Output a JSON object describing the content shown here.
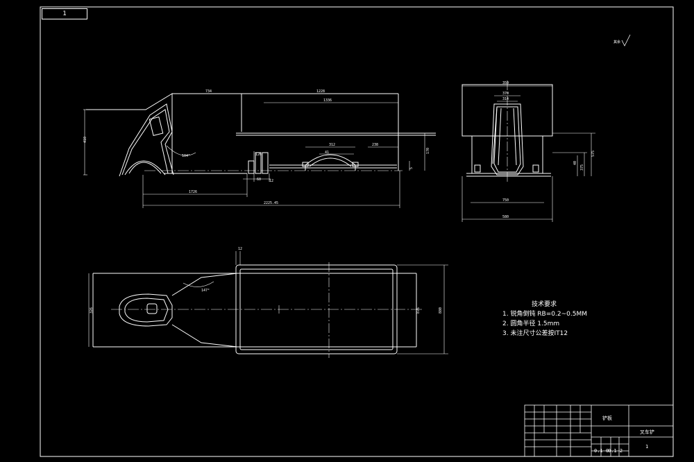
{
  "tag_box": "1",
  "roughness": {
    "label": "其余",
    "symbol": "√"
  },
  "technical_requirements": {
    "title": "技术要求",
    "items": [
      "1. 锐角倒钝 RB=0.2~0.5MM",
      "2. 圆角半径 1.5mm",
      "3. 未注尺寸公差按IT12"
    ]
  },
  "front_view_dims": {
    "d734": "734",
    "d1228": "1228",
    "d1336": "1336",
    "d2225": "2225.45",
    "d410": "410",
    "d312": "312",
    "d238": "238",
    "d41": "41",
    "d170": "170",
    "d1726": "1726",
    "d104": "104°",
    "d60": "60",
    "d12": "12",
    "d5": "5",
    "d126": "126"
  },
  "side_view_dims": {
    "top": "350",
    "mid": "370",
    "inner": "314",
    "bottom1": "750",
    "bottom2": "580",
    "right1": "40",
    "right2": "375",
    "right3": "575"
  },
  "top_view_dims": {
    "d12": "12",
    "left_h": "326",
    "angle": "147°",
    "mid_h": "876",
    "right_h": "880"
  },
  "title_block": {
    "name": "叉车铲",
    "drawing_no": "1",
    "part": "铲板",
    "scale_a": "0.1 0",
    "scale_b": "0.1 2"
  }
}
